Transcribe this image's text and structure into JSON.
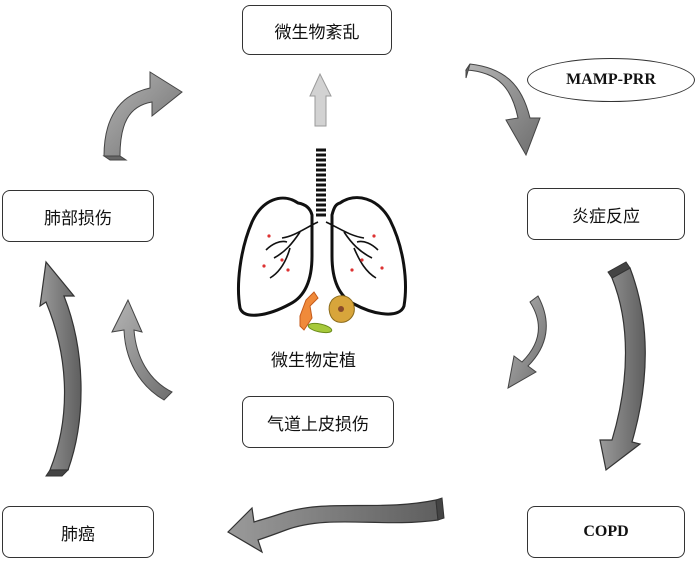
{
  "nodes": {
    "dysbiosis": "微生物紊乱",
    "inflammation": "炎症反应",
    "copd": "COPD",
    "lung_cancer": "肺癌",
    "lung_injury": "肺部损伤",
    "airway_epithelial_injury": "气道上皮损伤",
    "colonization": "微生物定植"
  },
  "annotation": {
    "mamp_prr": "MAMP-PRR"
  },
  "colors": {
    "arrow_fill": "#8a8a8a",
    "arrow_dark": "#555555",
    "arrow_light": "#c4c4c4",
    "up_arrow": "#cccccc",
    "lung_outline": "#111111",
    "microbe_orange": "#f08a3a",
    "microbe_green": "#a6c93a",
    "microbe_tan": "#c9a23a"
  }
}
